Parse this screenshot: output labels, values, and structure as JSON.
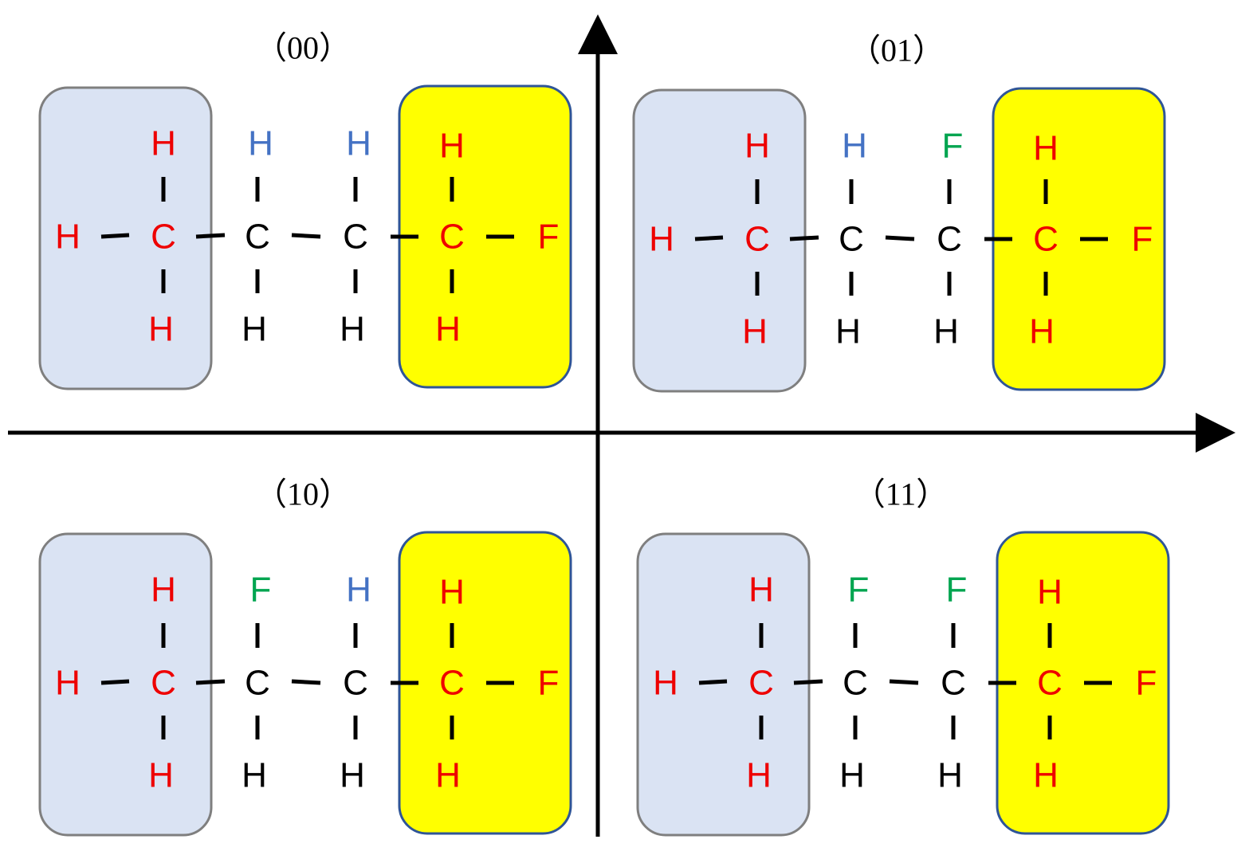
{
  "colors": {
    "red": "#ee0000",
    "blue": "#4472c4",
    "green": "#00a550",
    "black": "#000000",
    "methyl_box_fill": "#dae3f3",
    "methyl_box_stroke": "#7f7f7f",
    "fluoro_box_fill": "#ffff00",
    "fluoro_box_stroke": "#2f5597"
  },
  "axes": {
    "x_arrow": "arrow",
    "y_arrow": "arrow"
  },
  "quadrants": [
    {
      "label": "（00）",
      "left_group": {
        "top": "H",
        "left": "H",
        "center": "C",
        "bottom": "H"
      },
      "chain": [
        {
          "top": "H",
          "top_color": "blue",
          "center": "C",
          "bottom": "H"
        },
        {
          "top": "H",
          "top_color": "blue",
          "center": "C",
          "bottom": "H"
        }
      ],
      "right_group": {
        "top": "H",
        "center": "C",
        "right": "F",
        "bottom": "H"
      }
    },
    {
      "label": "（01）",
      "left_group": {
        "top": "H",
        "left": "H",
        "center": "C",
        "bottom": "H"
      },
      "chain": [
        {
          "top": "H",
          "top_color": "blue",
          "center": "C",
          "bottom": "H"
        },
        {
          "top": "F",
          "top_color": "green",
          "center": "C",
          "bottom": "H"
        }
      ],
      "right_group": {
        "top": "H",
        "center": "C",
        "right": "F",
        "bottom": "H"
      }
    },
    {
      "label": "（10）",
      "left_group": {
        "top": "H",
        "left": "H",
        "center": "C",
        "bottom": "H"
      },
      "chain": [
        {
          "top": "F",
          "top_color": "green",
          "center": "C",
          "bottom": "H"
        },
        {
          "top": "H",
          "top_color": "blue",
          "center": "C",
          "bottom": "H"
        }
      ],
      "right_group": {
        "top": "H",
        "center": "C",
        "right": "F",
        "bottom": "H"
      }
    },
    {
      "label": "（11）",
      "left_group": {
        "top": "H",
        "left": "H",
        "center": "C",
        "bottom": "H"
      },
      "chain": [
        {
          "top": "F",
          "top_color": "green",
          "center": "C",
          "bottom": "H"
        },
        {
          "top": "F",
          "top_color": "green",
          "center": "C",
          "bottom": "H"
        }
      ],
      "right_group": {
        "top": "H",
        "center": "C",
        "right": "F",
        "bottom": "H"
      }
    }
  ]
}
